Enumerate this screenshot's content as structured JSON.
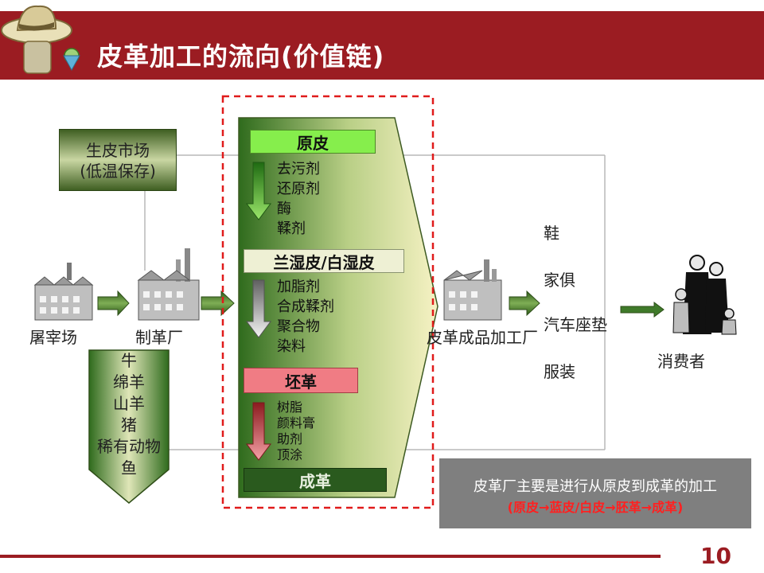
{
  "slide": {
    "title": "皮革加工的流向(价值链)",
    "page_number": "10"
  },
  "market": {
    "line1": "生皮市场",
    "line2": "(低温保存)"
  },
  "nodes": {
    "slaughterhouse": "屠宰场",
    "tannery": "制革厂",
    "leather_factory": "皮革成品加工厂",
    "consumer": "消费者"
  },
  "animals": [
    "牛",
    "绵羊",
    "山羊",
    "猪",
    "稀有动物",
    "鱼"
  ],
  "products": [
    "鞋",
    "家俱",
    "汽车座垫",
    "服装"
  ],
  "stages": [
    {
      "label": "原皮",
      "items": [
        "去污剂",
        "还原剂",
        "酶",
        "鞣剂"
      ]
    },
    {
      "label": "兰湿皮/白湿皮",
      "items": [
        "加脂剂",
        "合成鞣剂",
        "聚合物",
        "染料"
      ]
    },
    {
      "label": "坯革",
      "items": [
        "树脂",
        "颜料膏",
        "助剂",
        "顶涂"
      ]
    },
    {
      "label": "成革"
    }
  ],
  "callout": {
    "line1": "皮革厂主要是进行从原皮到成革的加工",
    "line2": "(原皮→蓝皮/白皮→胚革→成革)"
  },
  "colors": {
    "brand": "#9b1c22",
    "highlight_dash": "#e01b1b",
    "raw_chip": "#86ee4c",
    "crust_chip": "#f07c84",
    "finished_chip": "#2a5a1e",
    "callout_bg": "#7f7f7f",
    "callout_emphasis": "#ff2020"
  }
}
